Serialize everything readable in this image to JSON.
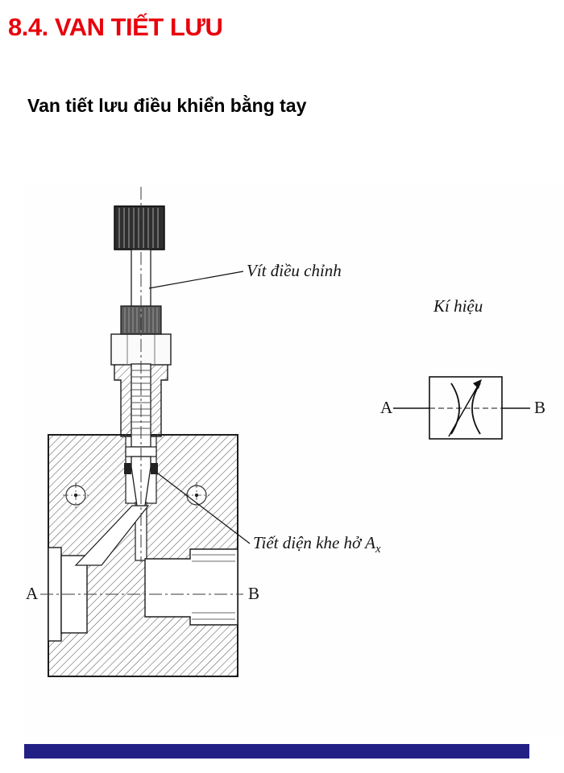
{
  "slide": {
    "title": "8.4. VAN TIẾT LƯU",
    "subtitle": "Van tiết lưu điều khiển bằng tay"
  },
  "figure": {
    "labels": {
      "adjust_screw": "Vít điều chỉnh",
      "symbol_caption": "Kí hiệu",
      "gap_text": "Tiết diện khe hở A",
      "gap_subscript": "x"
    },
    "drawing": {
      "port_left": "A",
      "port_right": "B"
    },
    "symbol": {
      "port_left": "A",
      "port_right": "B"
    }
  },
  "colors": {
    "title_red": "#e8000b",
    "bottom_bar_navy": "#232085"
  }
}
